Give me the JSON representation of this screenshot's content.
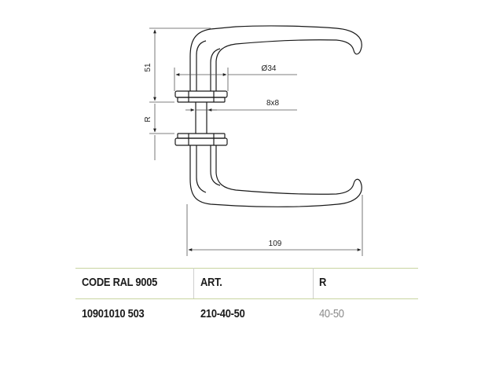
{
  "drawing": {
    "dimensions": {
      "height_top": "51",
      "rosette_diameter": "Ø34",
      "spindle": "8x8",
      "door_thickness": "R",
      "lever_length": "109"
    },
    "colors": {
      "line": "#1a1a1a",
      "table_rule": "#c8d4a0"
    }
  },
  "table": {
    "headers": {
      "code": "CODE RAL 9005",
      "art": "ART.",
      "r": "R"
    },
    "rows": [
      {
        "code": "10901010 503",
        "art": "210-40-50",
        "r": "40-50"
      }
    ]
  }
}
